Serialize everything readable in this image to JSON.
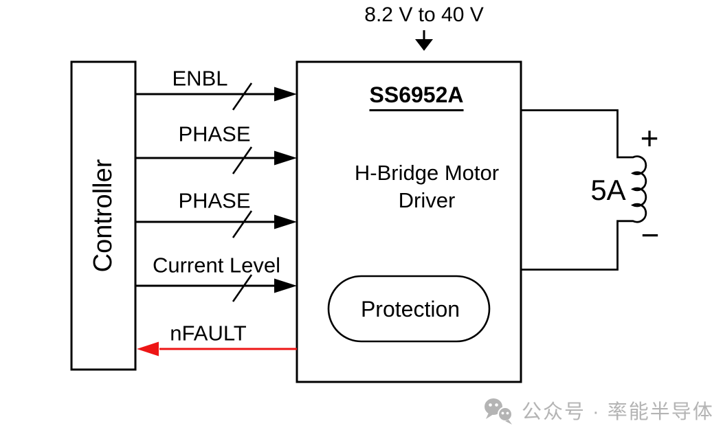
{
  "diagram": {
    "supply": {
      "label": "8.2 V to 40 V"
    },
    "controller": {
      "label": "Controller"
    },
    "driver": {
      "name": "SS6952A",
      "desc_line1": "H-Bridge Motor",
      "desc_line2": "Driver",
      "protection": "Protection"
    },
    "signals": [
      {
        "label": "ENBL",
        "direction": "controller-to-driver",
        "bus": true
      },
      {
        "label": "PHASE",
        "direction": "controller-to-driver",
        "bus": true
      },
      {
        "label": "PHASE",
        "direction": "controller-to-driver",
        "bus": true
      },
      {
        "label": "Current Level",
        "direction": "controller-to-driver",
        "bus": true
      },
      {
        "label": "nFAULT",
        "direction": "driver-to-controller",
        "bus": false
      }
    ],
    "load": {
      "current": "5A",
      "polarity_plus": "+",
      "polarity_minus": "−"
    },
    "colors": {
      "stroke": "#000000",
      "fault_line": "#ed1515",
      "watermark": "#b4b4b4"
    }
  },
  "watermark": {
    "text": "公众号 · 率能半导体"
  }
}
